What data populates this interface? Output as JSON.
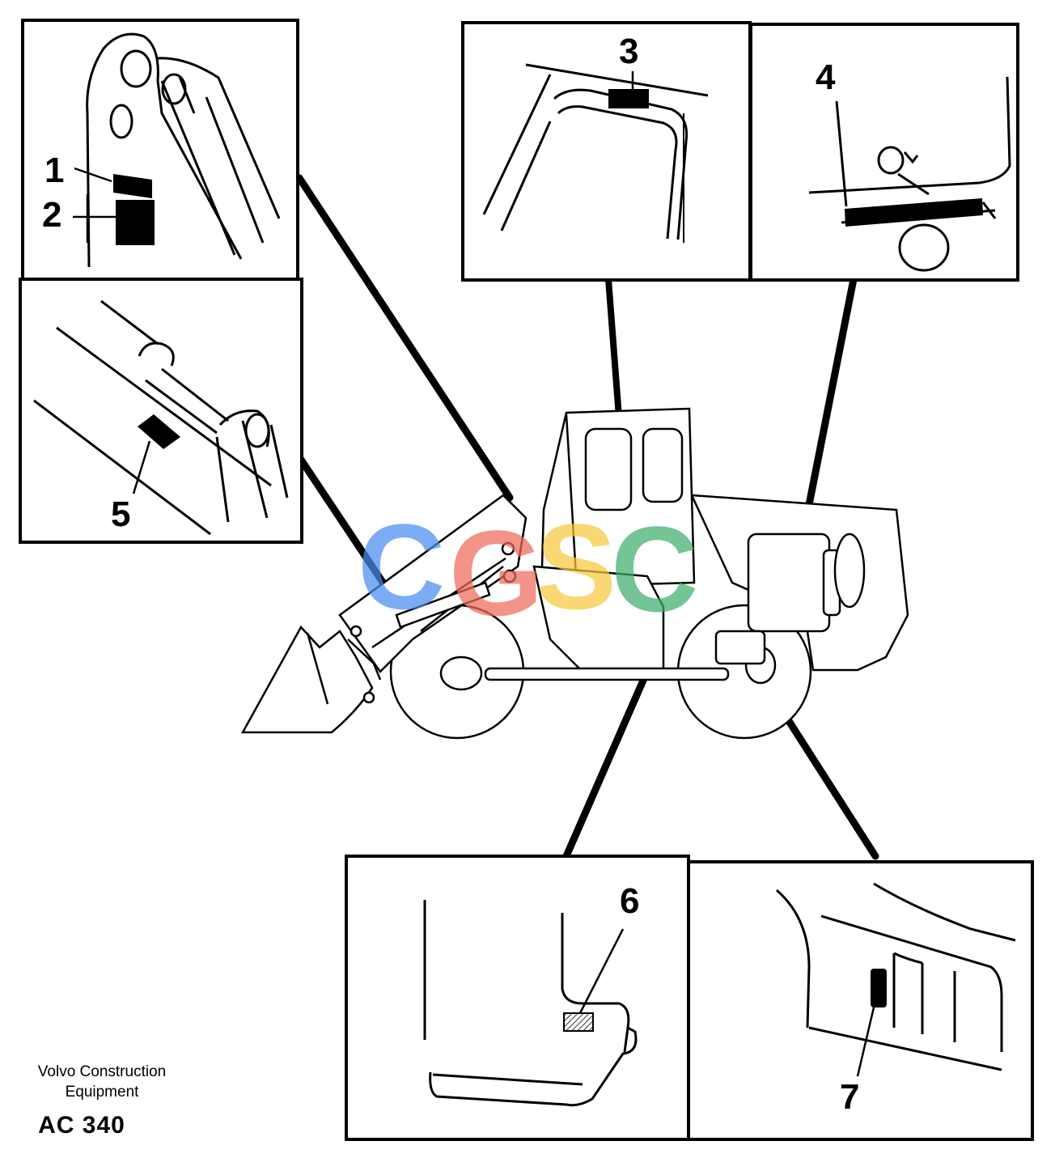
{
  "callouts": [
    "1",
    "2",
    "3",
    "4",
    "5",
    "6",
    "7"
  ],
  "footer": {
    "maker_line1": "Volvo Construction",
    "maker_line2": "Equipment",
    "code": "AC 340"
  },
  "watermark": {
    "letters": [
      "C",
      "G",
      "S",
      "C"
    ],
    "colors": [
      "#4a8ef0",
      "#ee6a5a",
      "#f7c93e",
      "#3fae6e"
    ]
  },
  "colors": {
    "line": "#000000",
    "background": "#ffffff"
  }
}
